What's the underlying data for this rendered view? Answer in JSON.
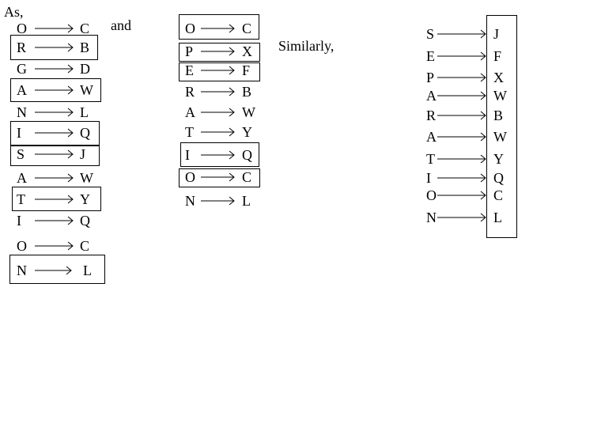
{
  "text": {
    "as": "As,",
    "and": "and",
    "similarly": "Similarly,"
  },
  "col1": [
    {
      "from": "O",
      "to": "C",
      "boxed": false
    },
    {
      "from": "R",
      "to": "B",
      "boxed": true
    },
    {
      "from": "G",
      "to": "D",
      "boxed": false
    },
    {
      "from": "A",
      "to": "W",
      "boxed": true
    },
    {
      "from": "N",
      "to": "L",
      "boxed": false
    },
    {
      "from": "I",
      "to": "Q",
      "boxed": true
    },
    {
      "from": "S",
      "to": "J",
      "boxed": true
    },
    {
      "from": "A",
      "to": "W",
      "boxed": false
    },
    {
      "from": "T",
      "to": "Y",
      "boxed": true
    },
    {
      "from": "I",
      "to": "Q",
      "boxed": false
    },
    {
      "from": "O",
      "to": "C",
      "boxed": false
    },
    {
      "from": "N",
      "to": "L",
      "boxed": true
    }
  ],
  "col2": [
    {
      "from": "O",
      "to": "C",
      "boxed": true
    },
    {
      "from": "P",
      "to": "X",
      "boxed": true
    },
    {
      "from": "E",
      "to": "F",
      "boxed": true
    },
    {
      "from": "R",
      "to": "B",
      "boxed": false
    },
    {
      "from": "A",
      "to": "W",
      "boxed": false
    },
    {
      "from": "T",
      "to": "Y",
      "boxed": false
    },
    {
      "from": "I",
      "to": "Q",
      "boxed": true
    },
    {
      "from": "O",
      "to": "C",
      "boxed": true
    },
    {
      "from": "N",
      "to": "L",
      "boxed": false
    }
  ],
  "col3": [
    {
      "from": "S",
      "to": "J"
    },
    {
      "from": "E",
      "to": "F"
    },
    {
      "from": "P",
      "to": "X"
    },
    {
      "from": "A",
      "to": "W"
    },
    {
      "from": "R",
      "to": "B"
    },
    {
      "from": "A",
      "to": "W"
    },
    {
      "from": "T",
      "to": "Y"
    },
    {
      "from": "I",
      "to": "Q"
    },
    {
      "from": "O",
      "to": "C"
    },
    {
      "from": "N",
      "to": "L"
    }
  ]
}
